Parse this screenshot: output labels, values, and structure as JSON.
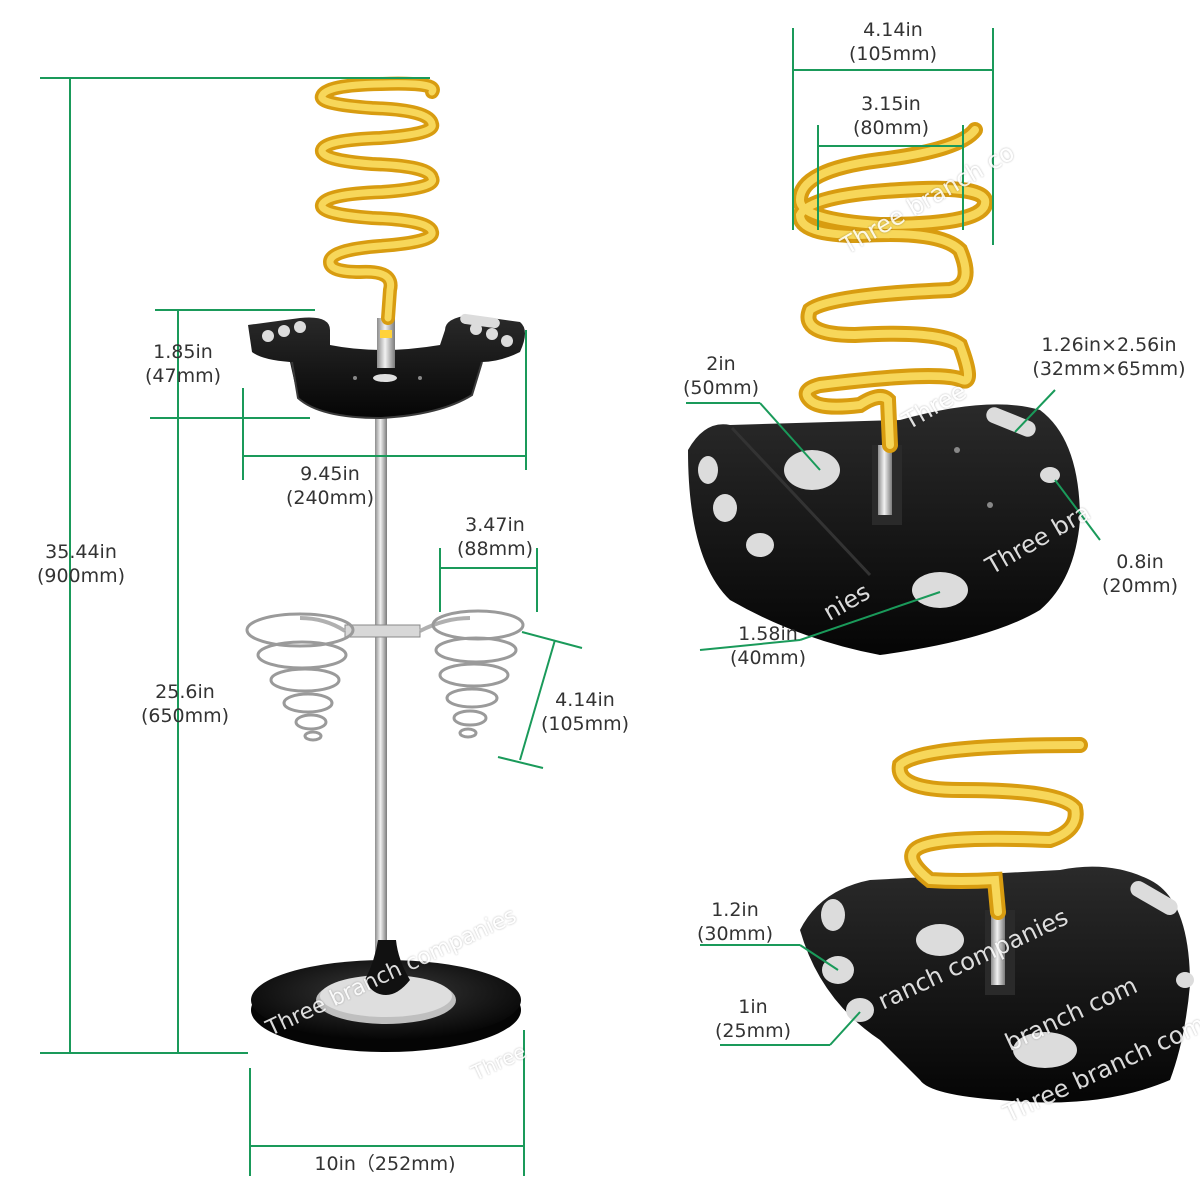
{
  "colors": {
    "dimension_line": "#1a9a5a",
    "coil": "#f2c230",
    "base": "#0d0d0d",
    "pole": "#c9c9c9",
    "chrome": "#bdbdbd",
    "text": "#333333"
  },
  "dims": {
    "total_height": {
      "in": "35.44in",
      "mm": "(900mm)"
    },
    "lower_height": {
      "in": "25.6in",
      "mm": "(650mm)"
    },
    "tray_height": {
      "in": "1.85in",
      "mm": "(47mm)"
    },
    "tray_width": {
      "in": "9.45in",
      "mm": "(240mm)"
    },
    "holder_width": {
      "in": "3.47in",
      "mm": "(88mm)"
    },
    "holder_height": {
      "in": "4.14in",
      "mm": "(105mm)"
    },
    "base_width": {
      "text": "10in（252mm)"
    },
    "coil_outer": {
      "in": "4.14in",
      "mm": "(105mm)"
    },
    "coil_inner": {
      "in": "3.15in",
      "mm": "(80mm)"
    },
    "large_hole": {
      "in": "2in",
      "mm": "(50mm)"
    },
    "slot": {
      "in": "1.26in×2.56in",
      "mm": "(32mm×65mm)"
    },
    "small_hole": {
      "in": "0.8in",
      "mm": "(20mm)"
    },
    "medium_hole": {
      "in": "1.58in",
      "mm": "(40mm)"
    },
    "hole_30": {
      "in": "1.2in",
      "mm": "(30mm)"
    },
    "hole_25": {
      "in": "1in",
      "mm": "(25mm)"
    }
  },
  "watermark": {
    "text_1": "Three branch co",
    "text_2": "Three",
    "text_3": "Three bra",
    "text_4": "nies",
    "text_5": "Three branch companies",
    "text_6": "ranch companies",
    "text_7": "branch com",
    "text_8": "Three branch com",
    "text_9": "Three"
  }
}
